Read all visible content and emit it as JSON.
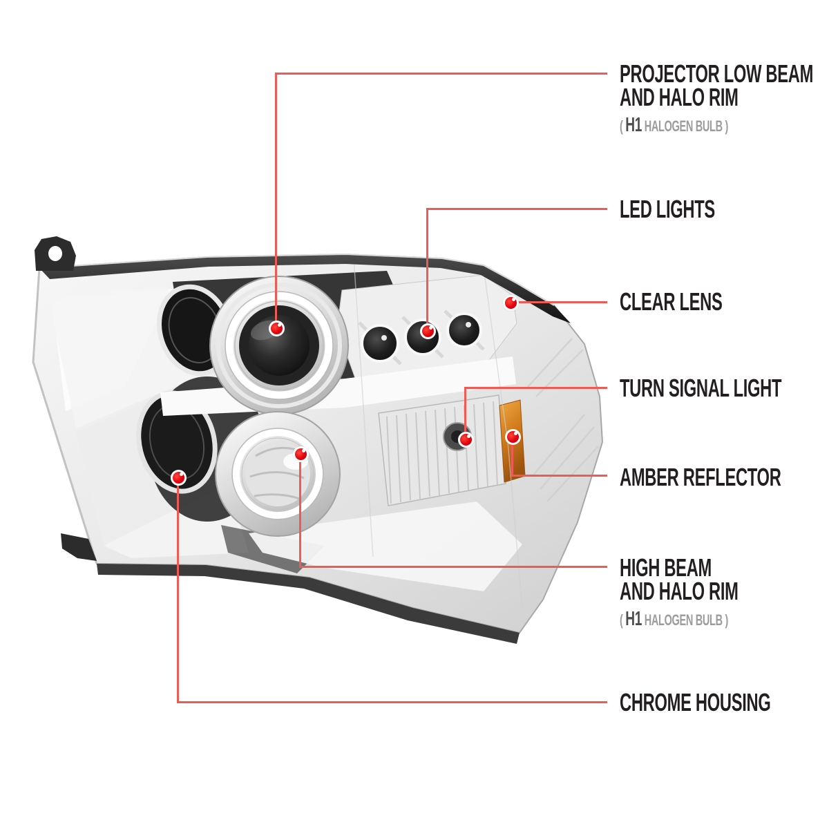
{
  "illustration": {
    "subject": "chrome housing projector headlight with dual halo rims, photographed at an angle",
    "parts": [
      "projector-low-beam",
      "halo-rims",
      "led-strip",
      "clear-lens",
      "turn-signal",
      "amber-reflector",
      "high-beam",
      "chrome-housing",
      "mounting-tabs"
    ]
  },
  "callouts": [
    {
      "id": "projector-low-beam",
      "lines": [
        "PROJECTOR LOW BEAM",
        "AND HALO RIM"
      ],
      "sub_prefix": "( ",
      "sub_emph": "H1",
      "sub_rest": " HALOGEN BULB )"
    },
    {
      "id": "led-lights",
      "lines": [
        "LED LIGHTS"
      ]
    },
    {
      "id": "clear-lens",
      "lines": [
        "CLEAR LENS"
      ]
    },
    {
      "id": "turn-signal-light",
      "lines": [
        "TURN SIGNAL LIGHT"
      ]
    },
    {
      "id": "amber-reflector",
      "lines": [
        "AMBER REFLECTOR"
      ]
    },
    {
      "id": "high-beam",
      "lines": [
        "HIGH BEAM",
        "AND HALO RIM"
      ],
      "sub_prefix": "( ",
      "sub_emph": "H1",
      "sub_rest": " HALOGEN BULB )"
    },
    {
      "id": "chrome-housing",
      "lines": [
        "CHROME HOUSING"
      ]
    }
  ],
  "colors": {
    "background": "#ffffff",
    "callout_line": "#ee5a54",
    "callout_dot": "#e3000c",
    "label_text": "#231f20",
    "sub_label_text": "#9c9c9c",
    "sub_label_emphasis": "#4d4d4d",
    "amber": "#d07a1a"
  }
}
